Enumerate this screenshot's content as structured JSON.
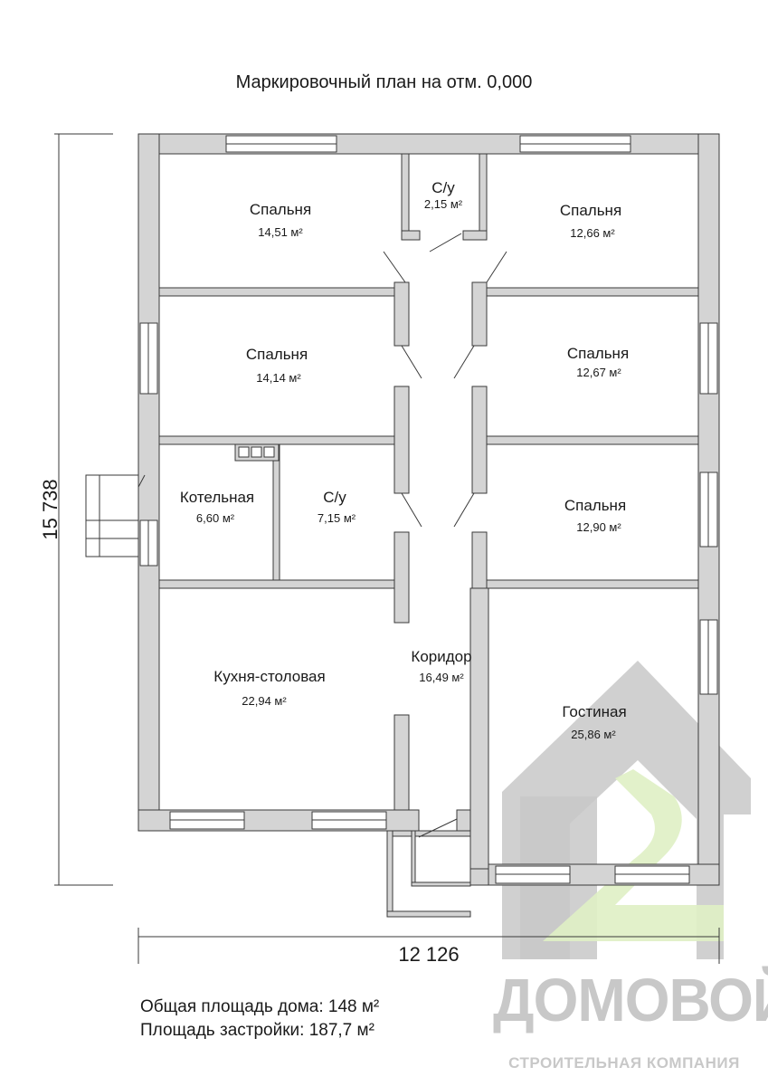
{
  "title": "Маркировочный план на отм. 0,000",
  "dimensions": {
    "height": "15 738",
    "width": "12 126"
  },
  "rooms": [
    {
      "name": "Спальня",
      "area": "14,51 м²"
    },
    {
      "name": "С/у",
      "area": "2,15 м²"
    },
    {
      "name": "Спальня",
      "area": "12,66 м²"
    },
    {
      "name": "Спальня",
      "area": "14,14 м²"
    },
    {
      "name": "Спальня",
      "area": "12,67 м²"
    },
    {
      "name": "Котельная",
      "area": "6,60 м²"
    },
    {
      "name": "С/у",
      "area": "7,15 м²"
    },
    {
      "name": "Спальня",
      "area": "12,90 м²"
    },
    {
      "name": "Коридор",
      "area": "16,49 м²"
    },
    {
      "name": "Кухня-столовая",
      "area": "22,94 м²"
    },
    {
      "name": "Гостиная",
      "area": "25,86 м²"
    }
  ],
  "totals": {
    "total_area": "Общая площадь дома: 148 м²",
    "built_area": "Площадь застройки: 187,7 м²"
  },
  "logo": {
    "name": "ДОМОВОЙ",
    "subtitle": "СТРОИТЕЛЬНАЯ КОМПАНИЯ",
    "icon": "house-logo-icon"
  },
  "colors": {
    "wall": "#d4d4d4",
    "wall_stroke": "#3a3a3a",
    "logo_gray": "#c8c8c8",
    "logo_green": "#dff0c4"
  }
}
